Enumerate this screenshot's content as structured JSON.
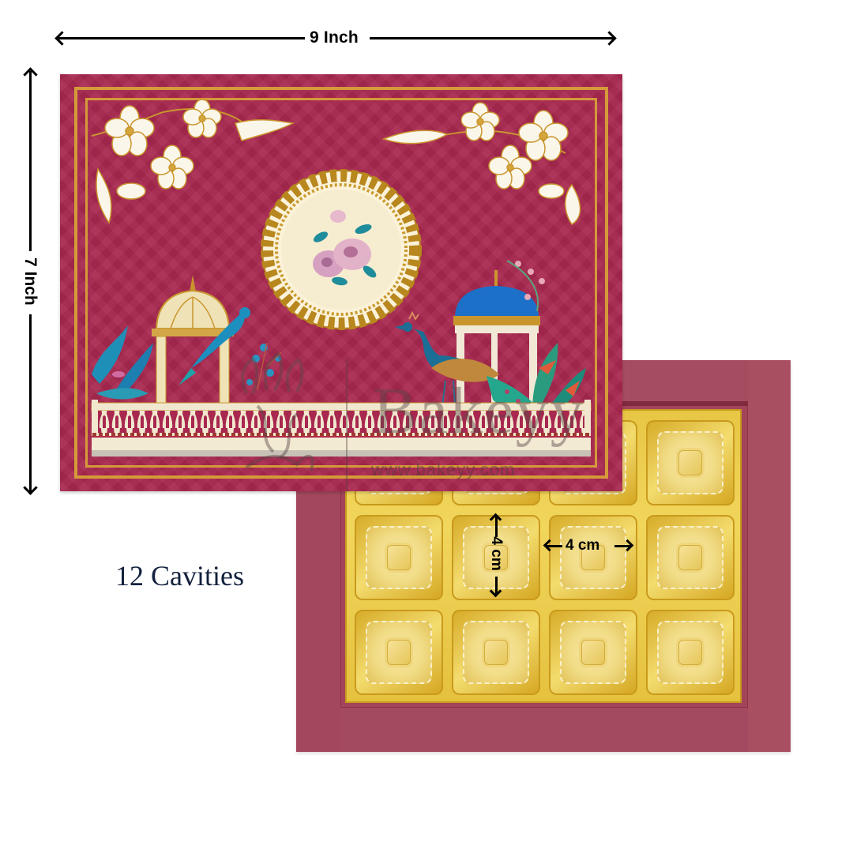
{
  "dimensions": {
    "width_label": "9 Inch",
    "height_label": "7 Inch",
    "cavity_height_label": "4 cm",
    "cavity_width_label": "4 cm"
  },
  "caption": {
    "cavities_label": "12 Cavities"
  },
  "product": {
    "lid": {
      "base_color": "#a8284f",
      "border_color": "#d59a3a",
      "motifs": [
        "white-gold-blossoms-top-left",
        "white-gold-blossoms-top-right",
        "gold-medallion-with-pink-roses",
        "golden-dome-pavilion",
        "blue-bird",
        "blue-dome-pavilion",
        "peacock",
        "tropical-foliage",
        "cream-balustrade"
      ]
    },
    "base": {
      "frame_color": "#a3445a",
      "tray_color": "#e8c645",
      "cavity_rows": 3,
      "cavity_cols": 4,
      "cavity_count": 12
    }
  },
  "watermark": {
    "brand": "Bakeyy",
    "url": "www.bakeyy.com"
  }
}
